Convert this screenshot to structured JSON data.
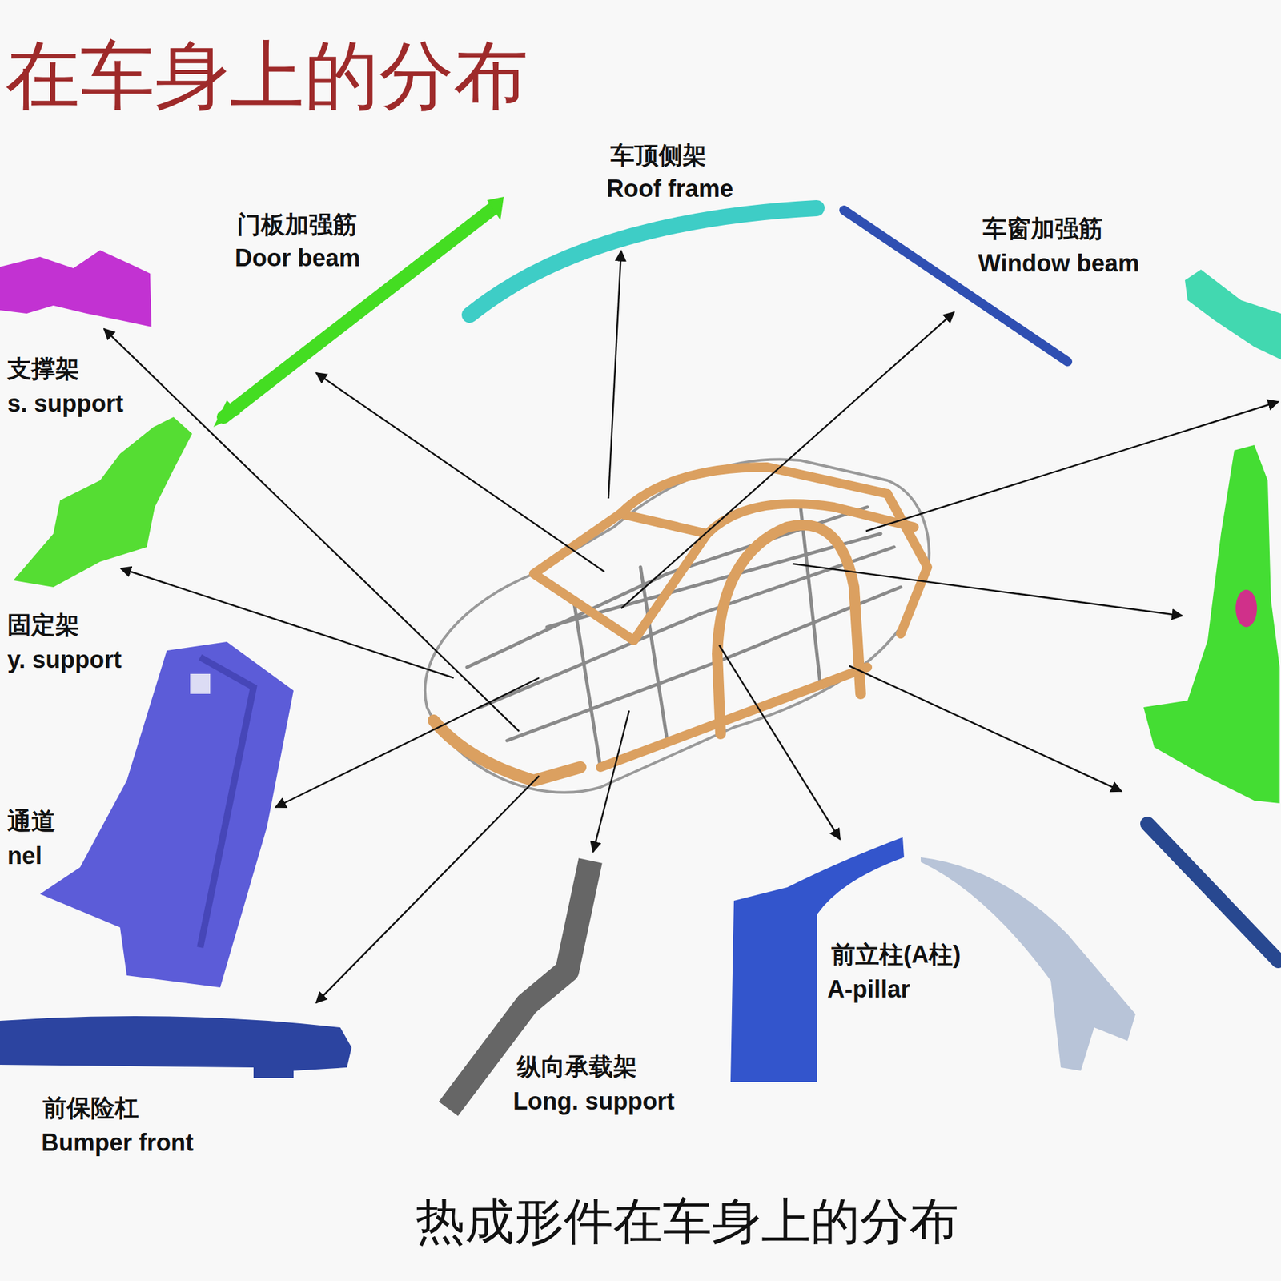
{
  "diagram": {
    "title": "在车身上的分布",
    "caption": "热成形件在车身上的分布",
    "labels": [
      "车顶侧架",
      "Roof frame",
      "门板加强筋",
      "Door beam",
      "车窗加强筋",
      "Window beam",
      "支撑架",
      "s. support",
      "固定架",
      "y. support",
      "通道",
      "nel",
      "前立柱(A柱)",
      "A-pillar",
      "纵向承载架",
      "Long. support",
      "前保险杠",
      "Bumper front"
    ]
  }
}
